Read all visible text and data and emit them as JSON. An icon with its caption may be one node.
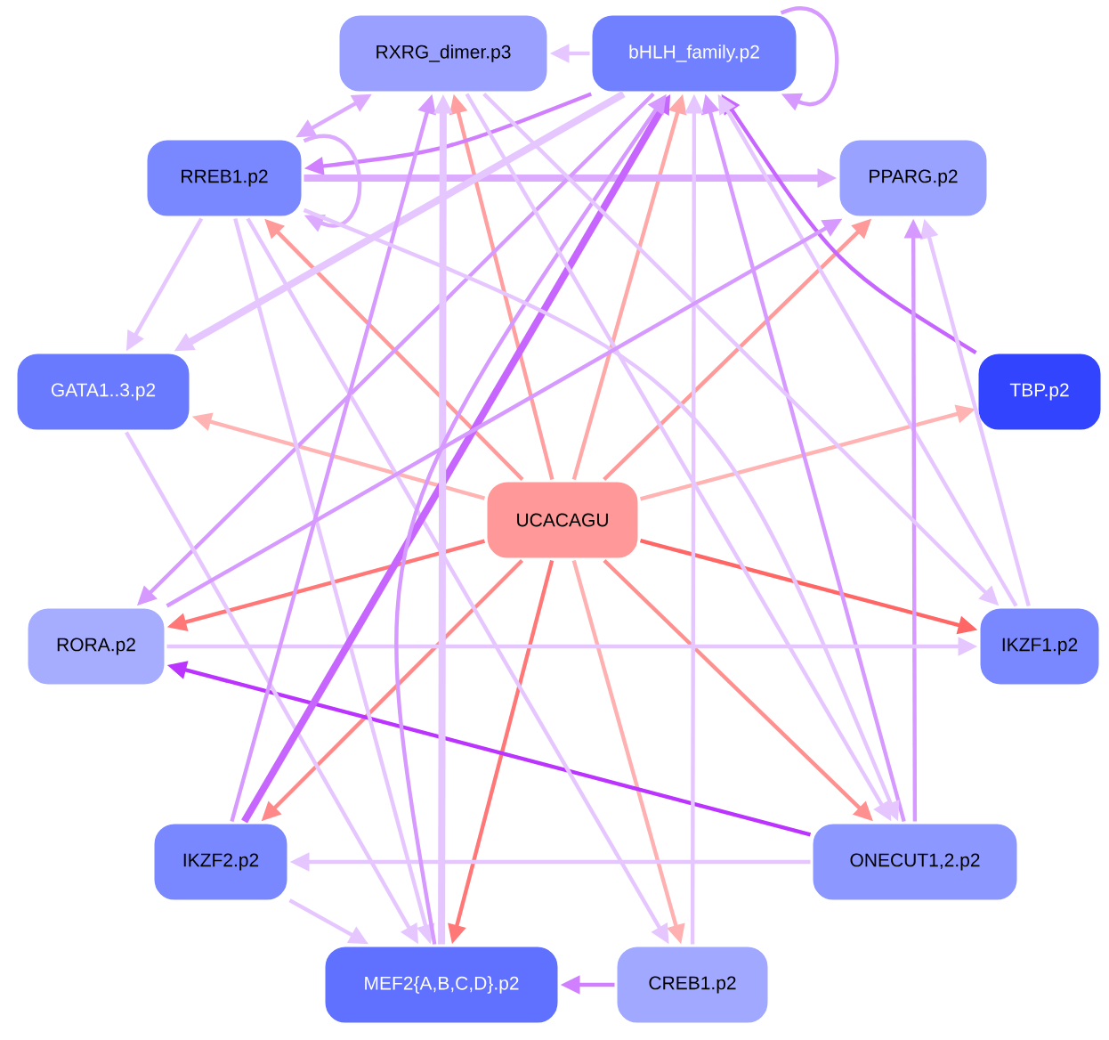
{
  "diagram": {
    "nodes": [
      {
        "text": [
          "UCACAGU"
        ]
      },
      {
        "text": [
          "RXRG_dimer.p3"
        ]
      },
      {
        "text": [
          "bHLH_family.p2"
        ]
      },
      {
        "text": [
          "RREB1.p2"
        ]
      },
      {
        "text": [
          "PPARG.p2"
        ]
      },
      {
        "text": [
          "GATA1..3.p2"
        ]
      },
      {
        "text": [
          "TBP.p2"
        ]
      },
      {
        "text": [
          "RORA.p2"
        ]
      },
      {
        "text": [
          "IKZF1.p2"
        ]
      },
      {
        "text": [
          "IKZF2.p2"
        ]
      },
      {
        "text": [
          "ONECUT1,2.p2"
        ]
      },
      {
        "text": [
          "MEF2{A,B,C,D}.p2"
        ]
      },
      {
        "text": [
          "CREB1.p2"
        ]
      }
    ],
    "edges": [
      {
        "from": 0,
        "to": 1,
        "arrow": "to",
        "color": "#ff9f9f"
      },
      {
        "from": 0,
        "to": 2,
        "arrow": "to",
        "color": "#ffa8a8"
      },
      {
        "from": 0,
        "to": 3,
        "arrow": "to",
        "color": "#ff9a9a"
      },
      {
        "from": 0,
        "to": 4,
        "arrow": "to",
        "color": "#ff9a9a"
      },
      {
        "from": 0,
        "to": 5,
        "arrow": "to",
        "color": "#ffb3b3"
      },
      {
        "from": 0,
        "to": 6,
        "arrow": "to",
        "color": "#ffb3b3"
      },
      {
        "from": 0,
        "to": 7,
        "arrow": "to",
        "color": "#ff7777"
      },
      {
        "from": 0,
        "to": 8,
        "arrow": "to",
        "color": "#ff6666"
      },
      {
        "from": 0,
        "to": 9,
        "arrow": "to",
        "color": "#ff8888"
      },
      {
        "from": 0,
        "to": 10,
        "arrow": "to",
        "color": "#ff9090"
      },
      {
        "from": 0,
        "to": 11,
        "arrow": "to",
        "color": "#ff7777"
      },
      {
        "from": 0,
        "to": 12,
        "arrow": "to",
        "color": "#ffb0b0"
      },
      {
        "from": 2,
        "to": 1,
        "arrow": "to"
      },
      {
        "from": 2,
        "to": 2,
        "arrow": "to",
        "color": "#d699ff"
      },
      {
        "from": 1,
        "to": 3,
        "arrow": "both",
        "color": "#dcaaff"
      },
      {
        "from": 2,
        "to": 3,
        "arrow": "to",
        "color": "#d080ff"
      },
      {
        "from": 3,
        "to": 3,
        "arrow": "to",
        "color": "#dcaaff"
      },
      {
        "from": 3,
        "to": 4,
        "arrow": "to",
        "color": "#dcaaff",
        "style": "thick"
      },
      {
        "from": 3,
        "to": 5,
        "arrow": "to"
      },
      {
        "from": 2,
        "to": 5,
        "arrow": "to",
        "style": "thick"
      },
      {
        "from": 2,
        "to": 7,
        "arrow": "to",
        "color": "#d699ff"
      },
      {
        "from": 6,
        "to": 2,
        "arrow": "to",
        "color": "#c766ff"
      },
      {
        "from": 8,
        "to": 2,
        "arrow": "to"
      },
      {
        "from": 8,
        "to": 4,
        "arrow": "to"
      },
      {
        "from": 10,
        "to": 4,
        "arrow": "to",
        "color": "#d699ff"
      },
      {
        "from": 10,
        "to": 2,
        "arrow": "to",
        "color": "#d699ff"
      },
      {
        "from": 7,
        "to": 8,
        "arrow": "to"
      },
      {
        "from": 10,
        "to": 7,
        "arrow": "to",
        "color": "#bb33ff"
      },
      {
        "from": 10,
        "to": 9,
        "arrow": "to"
      },
      {
        "from": 9,
        "to": 11,
        "arrow": "to"
      },
      {
        "from": 12,
        "to": 11,
        "arrow": "to",
        "color": "#d080ff"
      },
      {
        "from": 3,
        "to": 11,
        "arrow": "to"
      },
      {
        "from": 3,
        "to": 12,
        "arrow": "to"
      },
      {
        "from": 5,
        "to": 11,
        "arrow": "to"
      },
      {
        "from": 9,
        "to": 1,
        "arrow": "to",
        "color": "#d699ff"
      },
      {
        "from": 9,
        "to": 2,
        "arrow": "to",
        "color": "#c766ff",
        "style": "thick"
      },
      {
        "from": 11,
        "to": 1,
        "arrow": "to",
        "style": "thick"
      },
      {
        "from": 11,
        "to": 2,
        "arrow": "to",
        "color": "#d699ff"
      },
      {
        "from": 12,
        "to": 2,
        "arrow": "to"
      },
      {
        "from": 1,
        "to": 10,
        "arrow": "to"
      },
      {
        "from": 1,
        "to": 8,
        "arrow": "to"
      },
      {
        "from": 3,
        "to": 10,
        "arrow": "to"
      },
      {
        "from": 7,
        "to": 4,
        "arrow": "to",
        "color": "#d699ff"
      }
    ]
  }
}
